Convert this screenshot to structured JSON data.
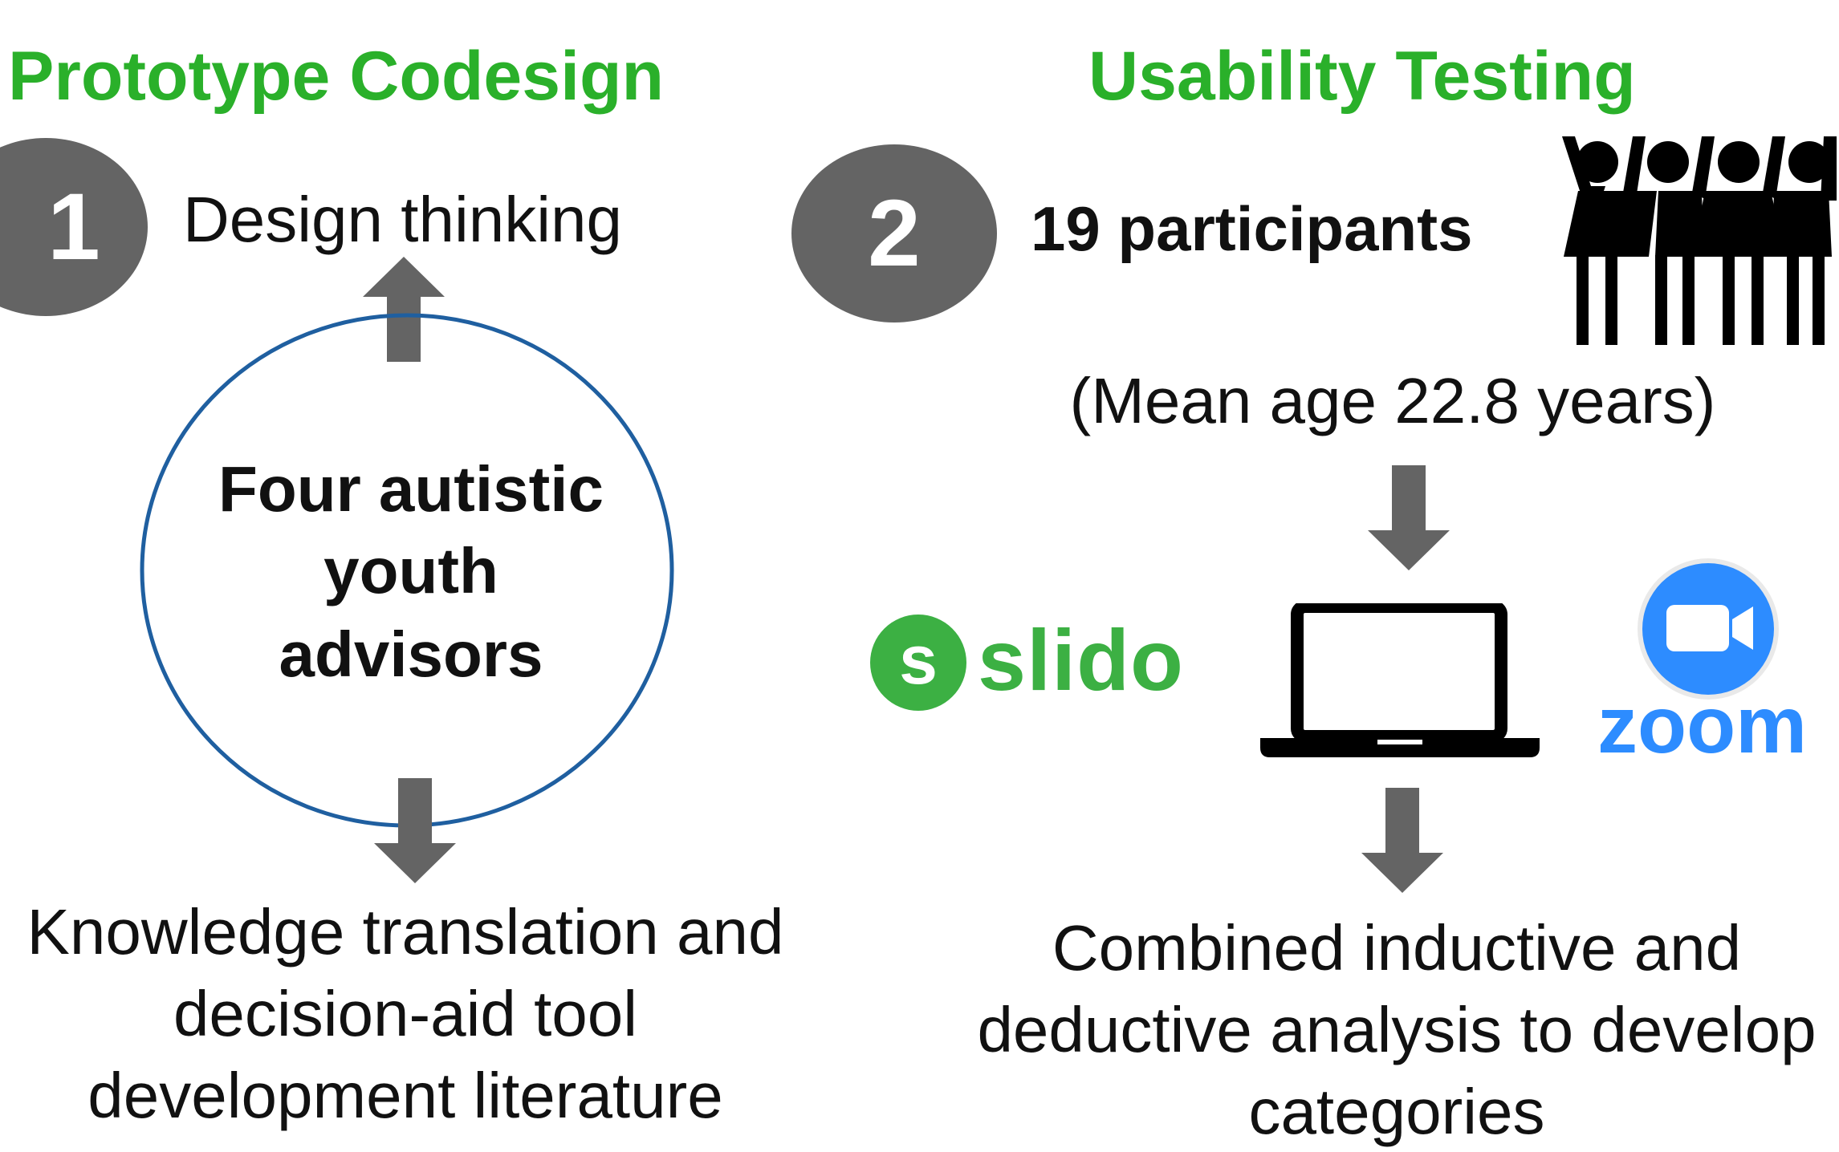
{
  "left": {
    "title": "Prototype Codesign",
    "step_number": "1",
    "top_label": "Design thinking",
    "circle_lines": [
      "Four autistic",
      "youth",
      "advisors"
    ],
    "bottom_lines": [
      "Knowledge translation and",
      "decision-aid tool",
      "development literature"
    ]
  },
  "right": {
    "title": "Usability Testing",
    "step_number": "2",
    "participants": "19 participants",
    "mean_age": "(Mean age 22.8 years)",
    "logo_slido": "slido",
    "logo_slido_mark": "s",
    "logo_zoom": "zoom",
    "bottom_lines": [
      "Combined inductive and",
      "deductive analysis to develop",
      "categories"
    ]
  },
  "icons": {
    "people": "people-group-icon",
    "laptop": "laptop-icon",
    "slido": "slido-logo",
    "zoom": "zoom-logo",
    "zoom_camera": "video-camera-icon"
  },
  "colors": {
    "title_green": "#2ab02a",
    "badge_gray": "#646464",
    "circle_blue": "#1f5fa0",
    "slido_green": "#3cb043",
    "zoom_blue": "#2d8cff"
  }
}
